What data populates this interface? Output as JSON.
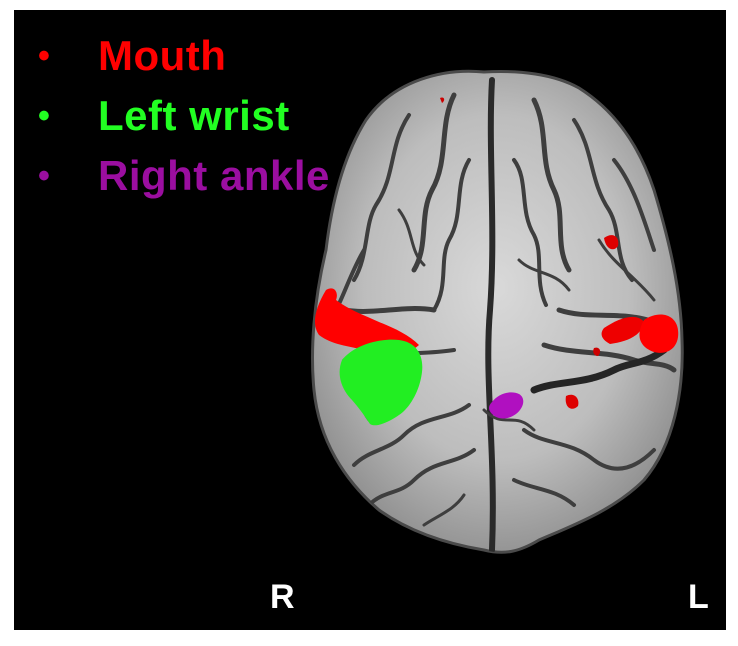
{
  "legend": {
    "items": [
      {
        "label": "Mouth",
        "color": "#ff0000",
        "bullet": "•"
      },
      {
        "label": "Left wrist",
        "color": "#22ff22",
        "bullet": "•"
      },
      {
        "label": "Right ankle",
        "color": "#9b0ea0",
        "bullet": "•"
      }
    ]
  },
  "orientation": {
    "right_label": "R",
    "left_label": "L"
  }
}
